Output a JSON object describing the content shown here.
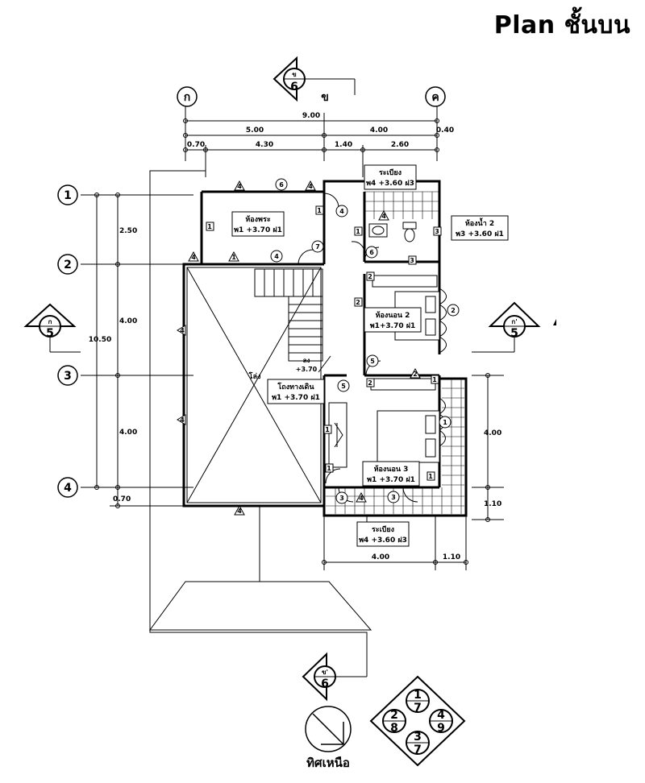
{
  "title": "Plan ชั้นบน",
  "grid_columns": [
    "ก",
    "ข",
    "ค"
  ],
  "grid_rows": [
    "1",
    "2",
    "3",
    "4"
  ],
  "dims_top": {
    "overall": "9.00",
    "bay_a": "5.00",
    "bay_b": "4.00",
    "edge": "0.40",
    "seg1": "0.70",
    "seg2": "4.30",
    "seg3": "1.40",
    "seg4": "2.60"
  },
  "dims_left": {
    "overall": "10.50",
    "seg1": "2.50",
    "seg2": "4.00",
    "seg3": "4.00",
    "seg4": "0.70"
  },
  "dims_right": {
    "seg1": "4.00",
    "seg2": "1.10"
  },
  "dims_bottom": {
    "seg1": "4.00",
    "seg2": "1.10"
  },
  "rooms": {
    "balcony_top": {
      "name": "ระเบียง",
      "spec": "พ4 +3.60 ฝ3"
    },
    "shrine": {
      "name": "ห้องพระ",
      "spec": "พ1 +3.70 ฝ1"
    },
    "bath2": {
      "name": "ห้องน้ำ 2",
      "spec": "พ3 +3.60 ฝ1"
    },
    "bed2": {
      "name": "ห้องนอน 2",
      "spec": "พ1+3.70 ฝ1"
    },
    "void": {
      "name": "โล่ง"
    },
    "hall": {
      "name": "โถงทางเดิน",
      "spec": "พ1 +3.70 ฝ1"
    },
    "bed3": {
      "name": "ห้องนอน 3",
      "spec": "พ1 +3.70 ฝ1"
    },
    "balcony_bottom": {
      "name": "ระเบียง",
      "spec": "พ4 +3.60 ฝ3"
    }
  },
  "stair_level": {
    "label": "ลง",
    "value": "+3.70"
  },
  "sections": {
    "a_left": {
      "letter": "ก",
      "num": "5"
    },
    "a_right": {
      "letter": "ก'",
      "num": "5"
    },
    "b_top": {
      "letter": "ข",
      "num": "6"
    },
    "b_bottom": {
      "letter": "ข'",
      "num": "6"
    }
  },
  "elevation_key": {
    "top": [
      "1",
      "7"
    ],
    "left": [
      "2",
      "8"
    ],
    "right": [
      "4",
      "9"
    ],
    "bottom": [
      "3",
      "7"
    ]
  },
  "north_label": "ทิศเหนือ",
  "door_tags": [
    "1",
    "2",
    "3",
    "4",
    "5",
    "6",
    "7"
  ],
  "window_tags": [
    "1",
    "2",
    "3",
    "4"
  ]
}
